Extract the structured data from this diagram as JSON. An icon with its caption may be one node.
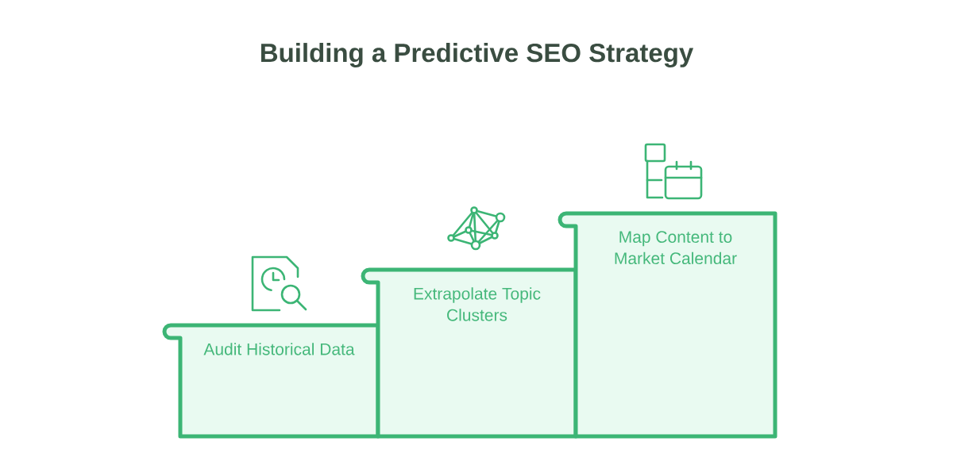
{
  "diagram": {
    "title": "Building a Predictive SEO Strategy",
    "nodes": [
      {
        "text": [
          "Audit Historical Data"
        ]
      },
      {
        "text": [
          "Extrapolate Topic Clusters"
        ]
      },
      {
        "text": [
          "Map Content to Market Calendar"
        ]
      }
    ]
  }
}
